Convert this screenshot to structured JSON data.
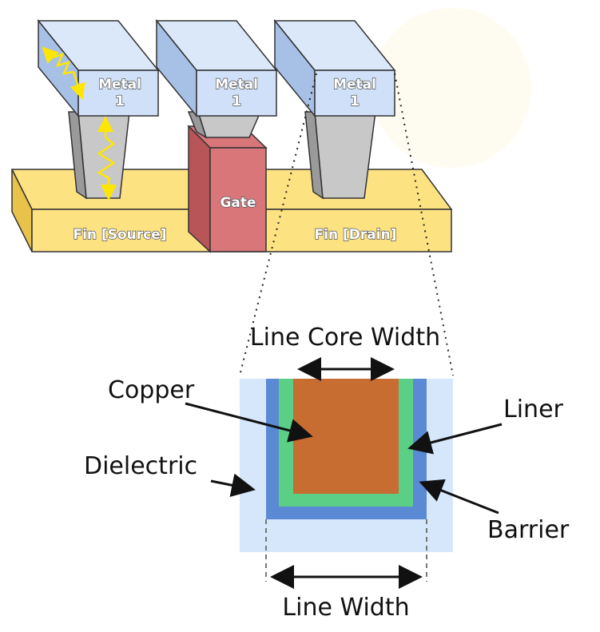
{
  "top": {
    "metal_labels": [
      {
        "line1": "Metal",
        "line2": "1"
      },
      {
        "line1": "Metal",
        "line2": "1"
      },
      {
        "line1": "Metal",
        "line2": "1"
      }
    ],
    "gate_label": "Gate",
    "fin_source_label": "Fin [Source]",
    "fin_drain_label": "Fin [Drain]"
  },
  "cross_section": {
    "line_core_width_label": "Line Core Width",
    "copper_label": "Copper",
    "liner_label": "Liner",
    "dielectric_label": "Dielectric",
    "barrier_label": "Barrier",
    "line_width_label": "Line Width"
  },
  "colors": {
    "fin": "#fde282",
    "fin_dark": "#e9c24a",
    "gate": "#d9767a",
    "gate_dark": "#b85558",
    "metal": "#cfe0f8",
    "metal_dark": "#a7c0e6",
    "via": "#c8c8c8",
    "via_dark": "#9a9a9a",
    "dielectric": "#d6e6fb",
    "barrier": "#5b8ad4",
    "liner": "#5ccf86",
    "copper": "#c86d32",
    "arrow": "#111111",
    "resistor": "#ffe600"
  },
  "icons": {
    "resistor_symbol": "zigzag-resistor-icon",
    "double_arrow": "double-headed-arrow-icon"
  }
}
